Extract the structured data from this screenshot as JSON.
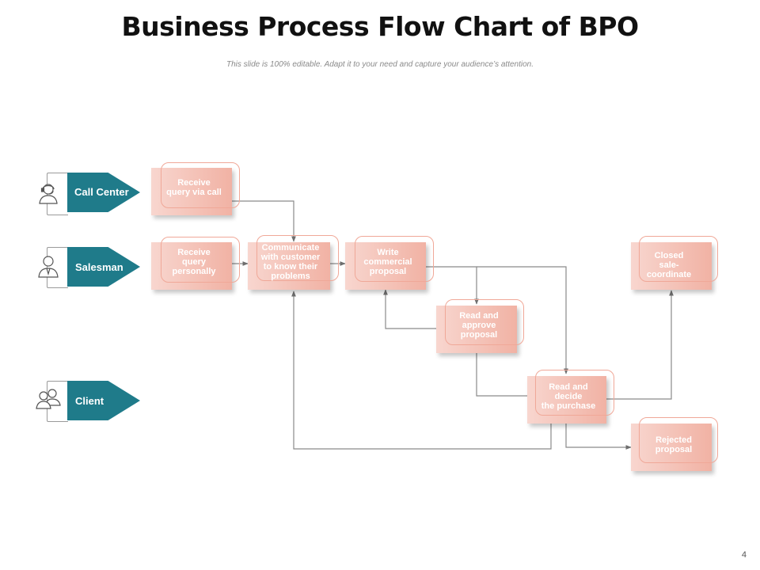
{
  "slide": {
    "title": "Business Process Flow Chart of BPO",
    "subtitle": "This slide is 100% editable. Adapt it to your need and capture your audience’s attention.",
    "page_number": "4"
  },
  "colors": {
    "lane_arrow": "#1f7b8a",
    "step_fill_start": "#f8d6cf",
    "step_fill_end": "#f1b2a4",
    "step_outline": "#f0a898",
    "connector": "#7a7a7a"
  },
  "lanes": [
    {
      "id": "call-center",
      "label": "Call Center",
      "icon": "call-center-agent-icon"
    },
    {
      "id": "salesman",
      "label": "Salesman",
      "icon": "salesman-icon"
    },
    {
      "id": "client",
      "label": "Client",
      "icon": "client-group-icon"
    }
  ],
  "steps": [
    {
      "id": "receive-call",
      "text": "Receive\nquery via call"
    },
    {
      "id": "receive-personal",
      "text": "Receive\nquery\npersonally"
    },
    {
      "id": "communicate",
      "text": "Communicate\nwith customer\nto know their\nproblems"
    },
    {
      "id": "write-proposal",
      "text": "Write\ncommercial\nproposal"
    },
    {
      "id": "read-approve",
      "text": "Read and\napprove\nproposal"
    },
    {
      "id": "read-decide",
      "text": "Read and\ndecide\nthe purchase"
    },
    {
      "id": "closed",
      "text": "Closed\nsale-\ncoordinate"
    },
    {
      "id": "rejected",
      "text": "Rejected\nproposal"
    }
  ],
  "connections": [
    {
      "from": "receive-call",
      "to": "communicate"
    },
    {
      "from": "receive-personal",
      "to": "communicate"
    },
    {
      "from": "communicate",
      "to": "write-proposal"
    },
    {
      "from": "write-proposal",
      "to": "read-approve"
    },
    {
      "from": "read-approve",
      "to": "write-proposal"
    },
    {
      "from": "write-proposal",
      "to": "read-decide"
    },
    {
      "from": "read-approve",
      "to": "read-decide"
    },
    {
      "from": "read-decide",
      "to": "closed"
    },
    {
      "from": "read-decide",
      "to": "rejected"
    },
    {
      "from": "read-decide",
      "to": "communicate"
    }
  ]
}
